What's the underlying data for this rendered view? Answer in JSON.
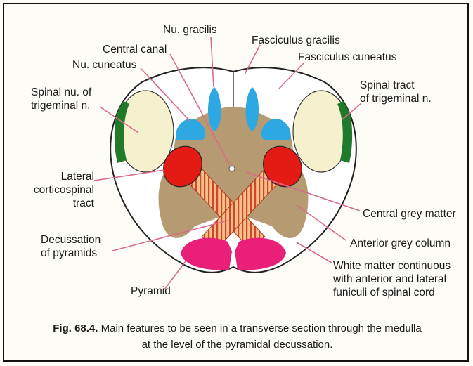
{
  "labels": {
    "nu_gracilis": "Nu. gracilis",
    "fasciculus_gracilis": "Fasciculus gracilis",
    "central_canal": "Central canal",
    "fasciculus_cuneatus": "Fasciculus cuneatus",
    "nu_cuneatus": "Nu. cuneatus",
    "spinal_nu_line1": "Spinal nu. of",
    "spinal_nu_line2": "trigeminal n.",
    "spinal_tract_line1": "Spinal tract",
    "spinal_tract_line2": "of trigeminal n.",
    "lateral_cst_line1": "Lateral",
    "lateral_cst_line2": "corticospinal",
    "lateral_cst_line3": "tract",
    "central_grey": "Central grey matter",
    "decussation_line1": "Decussation",
    "decussation_line2": "of pyramids",
    "anterior_grey": "Anterior grey column",
    "white_matter_line1": "White matter continuous",
    "white_matter_line2": "with anterior and lateral",
    "white_matter_line3": "funiculi of spinal cord",
    "pyramid": "Pyramid"
  },
  "caption": {
    "fig_number": "Fig. 68.4.",
    "line1_text": " Main features to be seen in a transverse section through the medulla",
    "line2": "at the level of the pyramidal decussation."
  },
  "colors": {
    "grey_matter": "#b59a72",
    "nuclei_blue": "#2ea8e3",
    "trigeminal_nucleus": "#f5f1cf",
    "trigeminal_tract": "#1f7a2a",
    "corticospinal": "#e41b14",
    "decussation": "#f3c08a",
    "pyramid": "#ea1f78",
    "white_matter": "#ffffff"
  }
}
